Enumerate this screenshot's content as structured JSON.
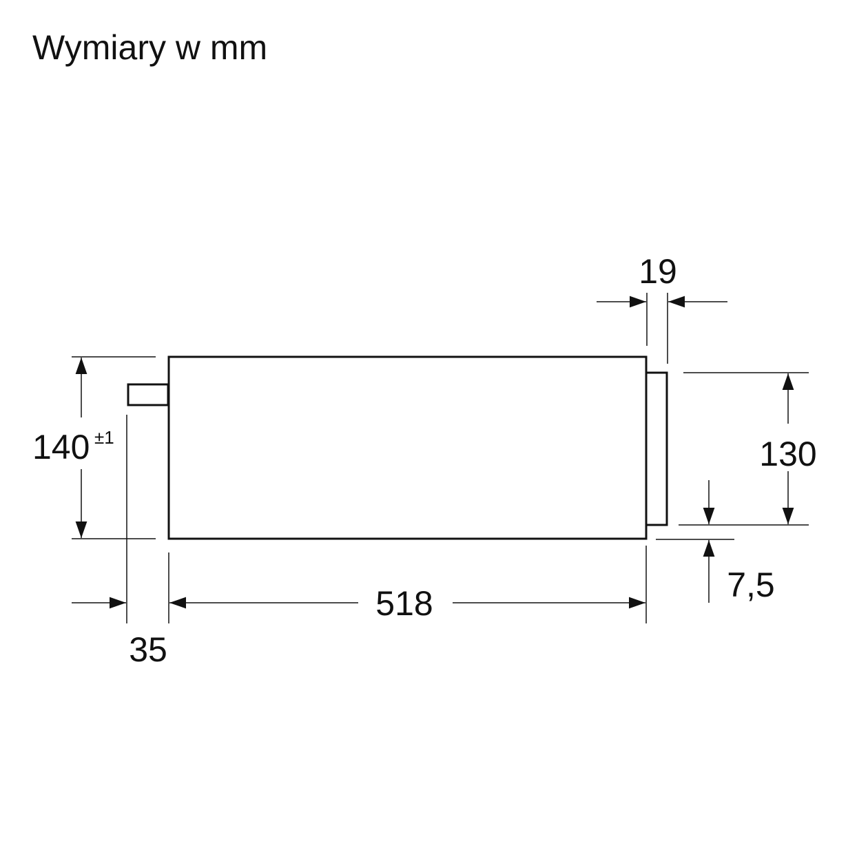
{
  "title": "Wymiary w mm",
  "dimensions": {
    "height_total": "140",
    "height_tolerance": "±1",
    "depth": "518",
    "back_offset": "35",
    "front_thickness": "19",
    "front_height": "130",
    "front_bottom_offset": "7,5"
  },
  "colors": {
    "line": "#111111",
    "background": "#ffffff"
  }
}
